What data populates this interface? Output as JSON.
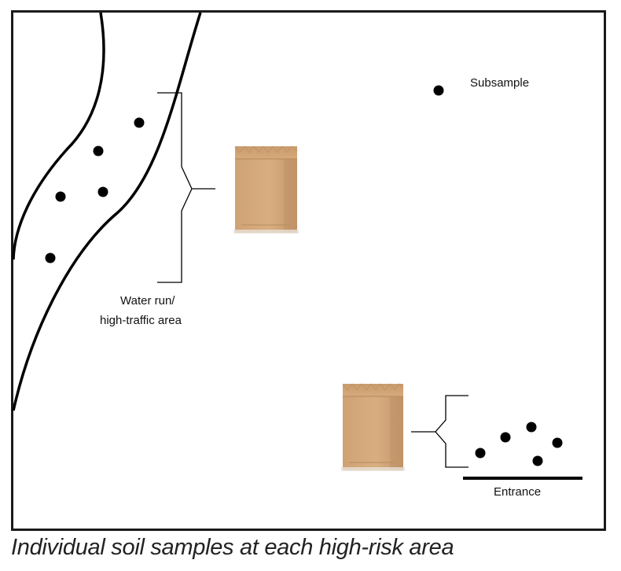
{
  "labels": {
    "subsample": "Subsample",
    "water_run_line1": "Water run/",
    "water_run_line2": "high-traffic area",
    "entrance": "Entrance"
  },
  "caption": "Individual soil samples at each high-risk area",
  "icons": {
    "subsample_marker": "black-dot",
    "sample_bag": "paper-bag"
  },
  "colors": {
    "line": "#000000",
    "bag_fill": "#d2a679",
    "bag_shadow": "#b78a5c",
    "bag_fold": "#c59a6c"
  }
}
